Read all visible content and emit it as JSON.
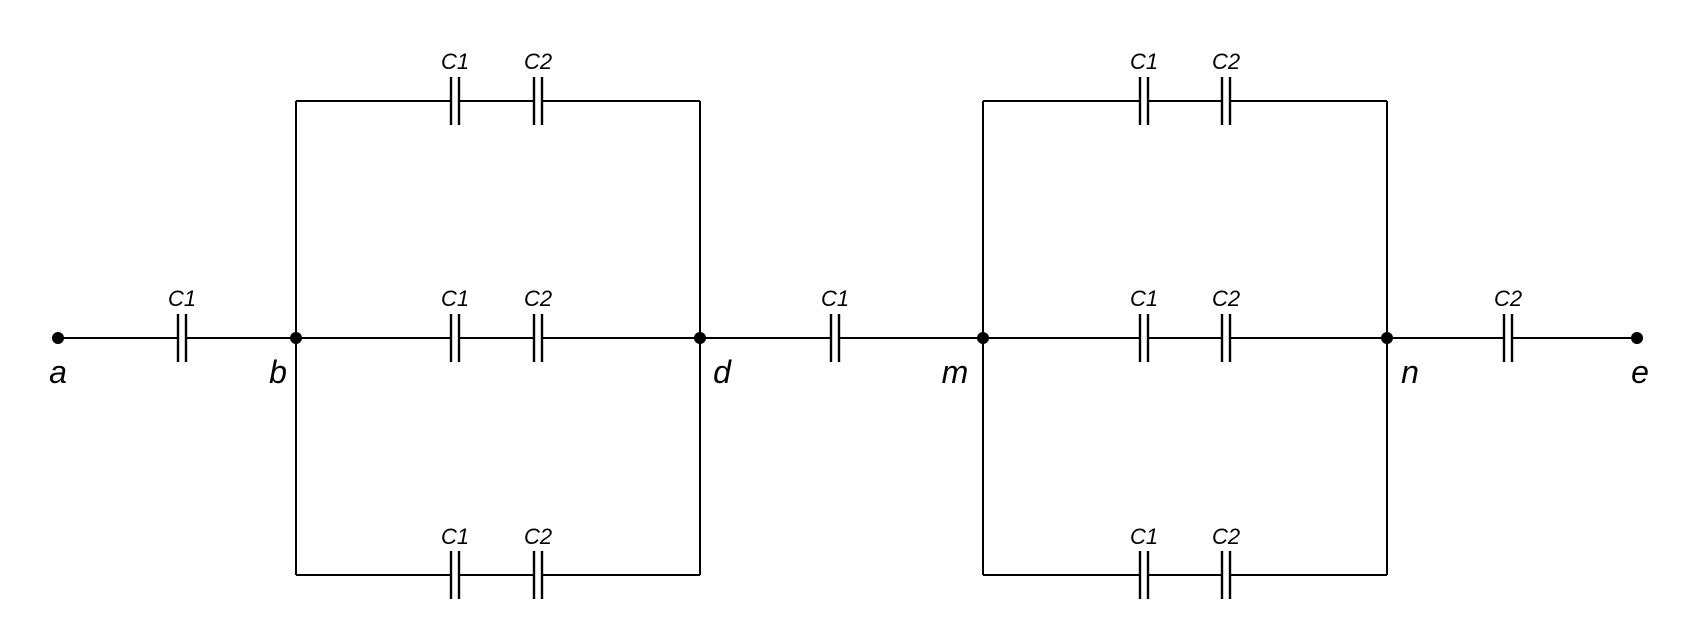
{
  "nodes": {
    "a": "a",
    "b": "b",
    "d": "d",
    "m": "m",
    "n": "n",
    "e": "e"
  },
  "capacitors": {
    "c1": "C1",
    "c2": "C2"
  }
}
